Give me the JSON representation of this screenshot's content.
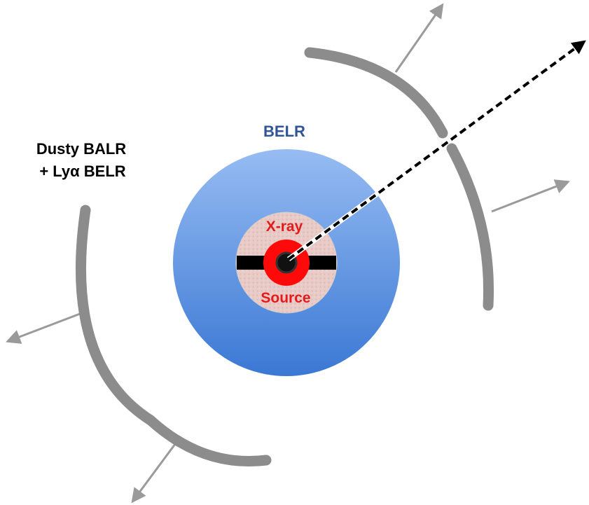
{
  "labels": {
    "dusty_line1": "Dusty BALR",
    "dusty_line2": "+ Lyα BELR",
    "belr": "BELR",
    "xray_line1": "X-ray",
    "xray_line2": "Source"
  },
  "colors": {
    "belr_text": "#2f5597",
    "xray_text": "#e31b1b",
    "belr_disk_top": "#92b9f0",
    "belr_disk_bottom": "#3d7ad6",
    "core_pink": "#e8c9c6",
    "red_ring": "#ff0a0a",
    "shell_gray": "#8c8c8c",
    "arrow_gray": "#9a9a9a",
    "sightline": "#000000"
  }
}
